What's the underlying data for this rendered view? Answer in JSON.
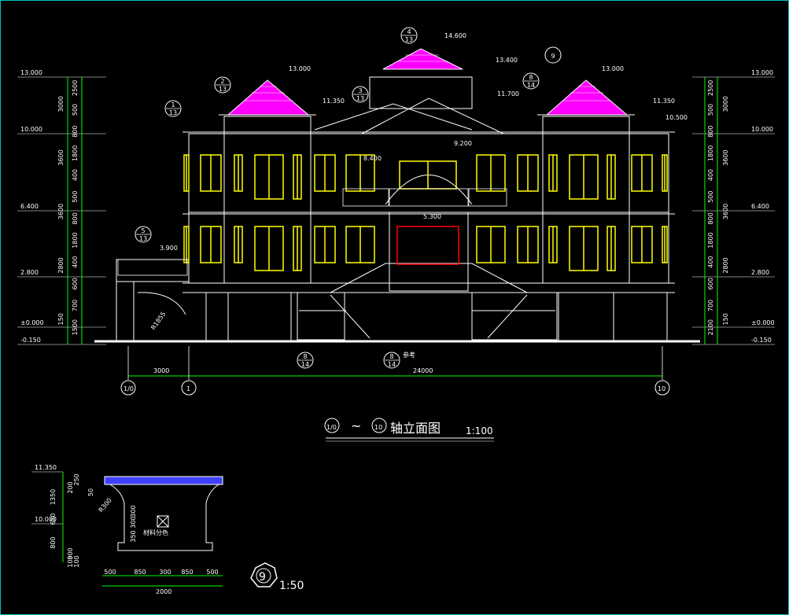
{
  "drawing": {
    "title": "轴立面图",
    "title_axis_from": "1/0",
    "title_axis_sep": "~",
    "title_axis_to": "10",
    "title_scale": "1:100",
    "detail_no": "9",
    "detail_scale": "1:50",
    "detail_note": "材料分色",
    "ground_width": "24000",
    "left_span": "3000",
    "axes": [
      "1/0",
      "1",
      "10"
    ],
    "ref_text": "参考",
    "radius_label": "R1855"
  },
  "levels_left": [
    {
      "v": "13.000"
    },
    {
      "v": "10.000"
    },
    {
      "v": "6.400"
    },
    {
      "v": "2.800"
    },
    {
      "v": "±0.000"
    },
    {
      "v": "-0.150"
    }
  ],
  "levels_right": [
    {
      "v": "13.000"
    },
    {
      "v": "10.000"
    },
    {
      "v": "6.400"
    },
    {
      "v": "2.800"
    },
    {
      "v": "±0.000"
    },
    {
      "v": "-0.150"
    }
  ],
  "dims_left_outer": [
    "3000",
    "3600",
    "3600",
    "2800",
    "150"
  ],
  "dims_left_inner": [
    "2500",
    "500",
    "800",
    "1800",
    "400",
    "500",
    "800",
    "1800",
    "400",
    "600",
    "700",
    "1500"
  ],
  "dims_right_outer": [
    "3000",
    "3600",
    "3600",
    "2800",
    "150"
  ],
  "dims_right_inner": [
    "2500",
    "500",
    "800",
    "1800",
    "400",
    "500",
    "800",
    "1800",
    "400",
    "600",
    "700",
    "2100"
  ],
  "elev_labels": {
    "top": "14.600",
    "roof_l": "13.000",
    "roof_r": "13.000",
    "mid_l": "11.350",
    "mid_r": "11.350",
    "mid_c": "13.400",
    "c2": "11.700",
    "c3": "10.500",
    "bal": "9.200",
    "c4": "8.400",
    "entry": "5.300",
    "porch": "3.900",
    "r1": "13.000"
  },
  "callouts": [
    {
      "n": "4",
      "d": "13"
    },
    {
      "n": "3",
      "d": "13"
    },
    {
      "n": "2",
      "d": "13"
    },
    {
      "n": "1",
      "d": "13"
    },
    {
      "n": "5",
      "d": "13"
    },
    {
      "n": "8",
      "d": "14"
    },
    {
      "n": "9",
      "d": ""
    },
    {
      "n": "8",
      "d": "14"
    },
    {
      "n": "8",
      "d": "14"
    }
  ],
  "detail": {
    "lvl_top": "11.350",
    "lvl_bot": "10.000",
    "dims_v": [
      "1350",
      "650",
      "800",
      "300",
      "200",
      "250",
      "50",
      "300",
      "300",
      "350",
      "100",
      "100"
    ],
    "dims_h": [
      "500",
      "850",
      "300",
      "850",
      "500"
    ],
    "total": "2000",
    "radius": "R300"
  },
  "colors": {
    "line": "#ffffff",
    "dim": "#00ff00",
    "window": "#ffff00",
    "roof": "#ff00ff",
    "border": "#00c0c0",
    "tag": "#ff0000"
  }
}
